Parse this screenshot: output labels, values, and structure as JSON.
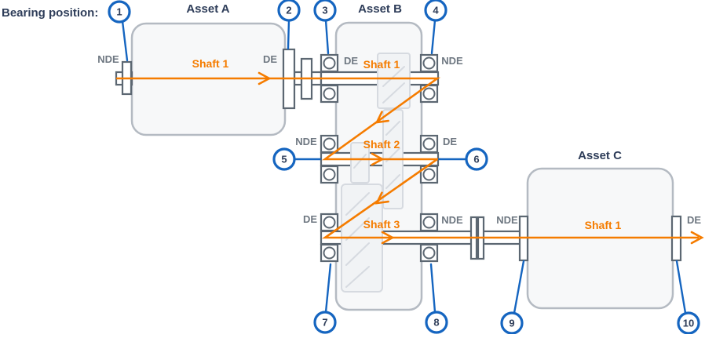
{
  "legend_label": "Bearing position:",
  "colors": {
    "orange": "#F57C00",
    "blue": "#1565C0",
    "navy": "#2E3D59",
    "label_gray": "#6E7781",
    "outline": "#5C6772",
    "asset_fill": "#F7F8F9",
    "asset_border": "#B4BAC2",
    "gear_fill": "#F1F3F5",
    "gear_border": "#D6DAE0"
  },
  "assets": {
    "a": {
      "title": "Asset A",
      "shaft": {
        "label": "Shaft 1",
        "left": "NDE",
        "right": "DE"
      }
    },
    "b": {
      "title": "Asset B",
      "shafts": [
        {
          "label": "Shaft 1",
          "left": "DE",
          "right": "NDE"
        },
        {
          "label": "Shaft 2",
          "left": "NDE",
          "right": "DE"
        },
        {
          "label": "Shaft 3",
          "left": "DE",
          "right": "NDE"
        }
      ]
    },
    "c": {
      "title": "Asset C",
      "shaft": {
        "label": "Shaft 1",
        "left": "NDE",
        "right": "DE"
      }
    }
  },
  "bearings": [
    {
      "number": "1",
      "points_to": "Asset A NDE"
    },
    {
      "number": "2",
      "points_to": "Asset A DE"
    },
    {
      "number": "3",
      "points_to": "Asset B Shaft 1 DE"
    },
    {
      "number": "4",
      "points_to": "Asset B Shaft 1 NDE"
    },
    {
      "number": "5",
      "points_to": "Asset B Shaft 2 NDE"
    },
    {
      "number": "6",
      "points_to": "Asset B Shaft 2 DE"
    },
    {
      "number": "7",
      "points_to": "Asset B Shaft 3 DE"
    },
    {
      "number": "8",
      "points_to": "Asset B Shaft 3 NDE"
    },
    {
      "number": "9",
      "points_to": "Asset C NDE"
    },
    {
      "number": "10",
      "points_to": "Asset C DE"
    }
  ]
}
